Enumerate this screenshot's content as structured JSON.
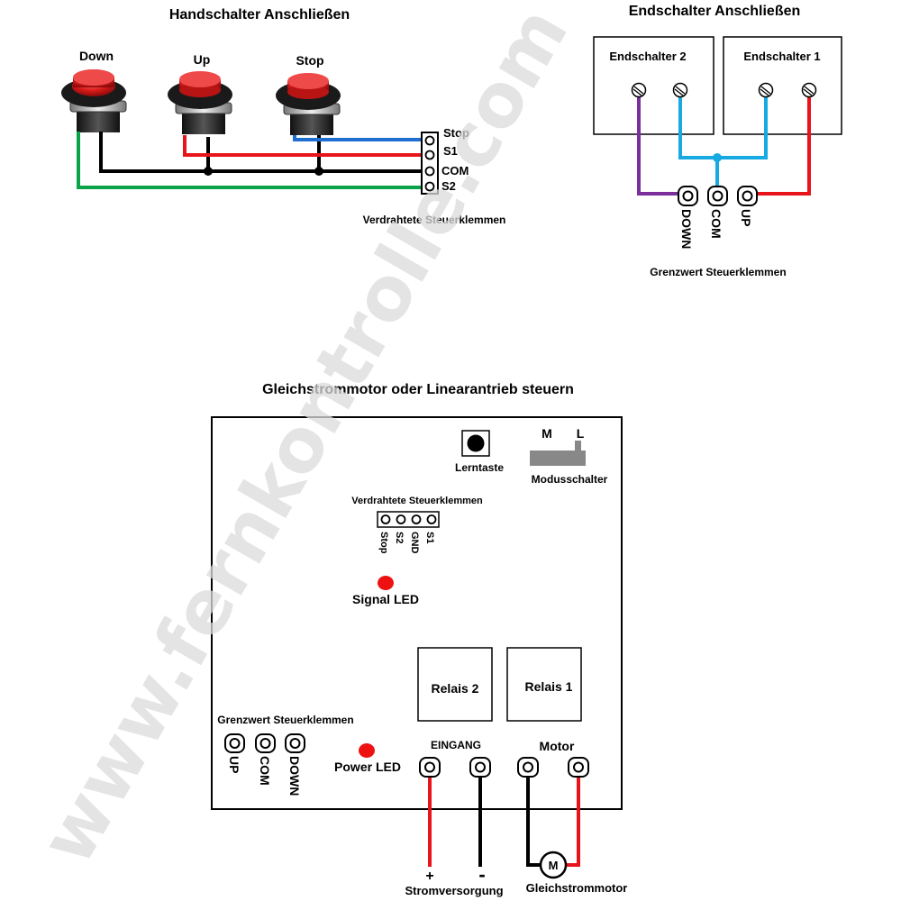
{
  "handschalter": {
    "title": "Handschalter Anschließen",
    "buttons": {
      "down": "Down",
      "up": "Up",
      "stop": "Stop"
    },
    "terminals": {
      "stop": "Stop",
      "s1": "S1",
      "com": "COM",
      "s2": "S2"
    },
    "caption": "Verdrahtete Steuerklemmen"
  },
  "endschalter": {
    "title": "Endschalter Anschließen",
    "switch2": "Endschalter 2",
    "switch1": "Endschalter 1",
    "terminals": {
      "down": "DOWN",
      "com": "COM",
      "up": "UP"
    },
    "caption": "Grenzwert Steuerklemmen"
  },
  "board": {
    "title": "Gleichstrommotor oder Linearantrieb steuern",
    "learn_label": "Lerntaste",
    "mode_m": "M",
    "mode_l": "L",
    "mode_label": "Modusschalter",
    "wired_caption": "Verdrahtete Steuerklemmen",
    "wired_terminals": {
      "stop": "Stop",
      "s2": "S2",
      "gnd": "GND",
      "s1": "S1"
    },
    "signal_led": "Signal LED",
    "relay2": "Relais 2",
    "relay1": "Relais 1",
    "limit_caption": "Grenzwert Steuerklemmen",
    "limit_terminals": {
      "up": "UP",
      "com": "COM",
      "down": "DOWN"
    },
    "power_led": "Power LED",
    "input_label": "EINGANG",
    "motor_label": "Motor",
    "plus": "+",
    "minus": "-",
    "power_supply": "Stromversorgung",
    "motor_symbol": "M",
    "dc_motor": "Gleichstrommotor"
  },
  "watermark": "www.fernkontrolle.com",
  "colors": {
    "black": "#000000",
    "red": "#e8141c",
    "green": "#0aa34a",
    "blue": "#1f6fd1",
    "cyan": "#17a9e1",
    "purple": "#7a2f9b",
    "button_red": "#d91a1a",
    "gray": "#888888"
  }
}
